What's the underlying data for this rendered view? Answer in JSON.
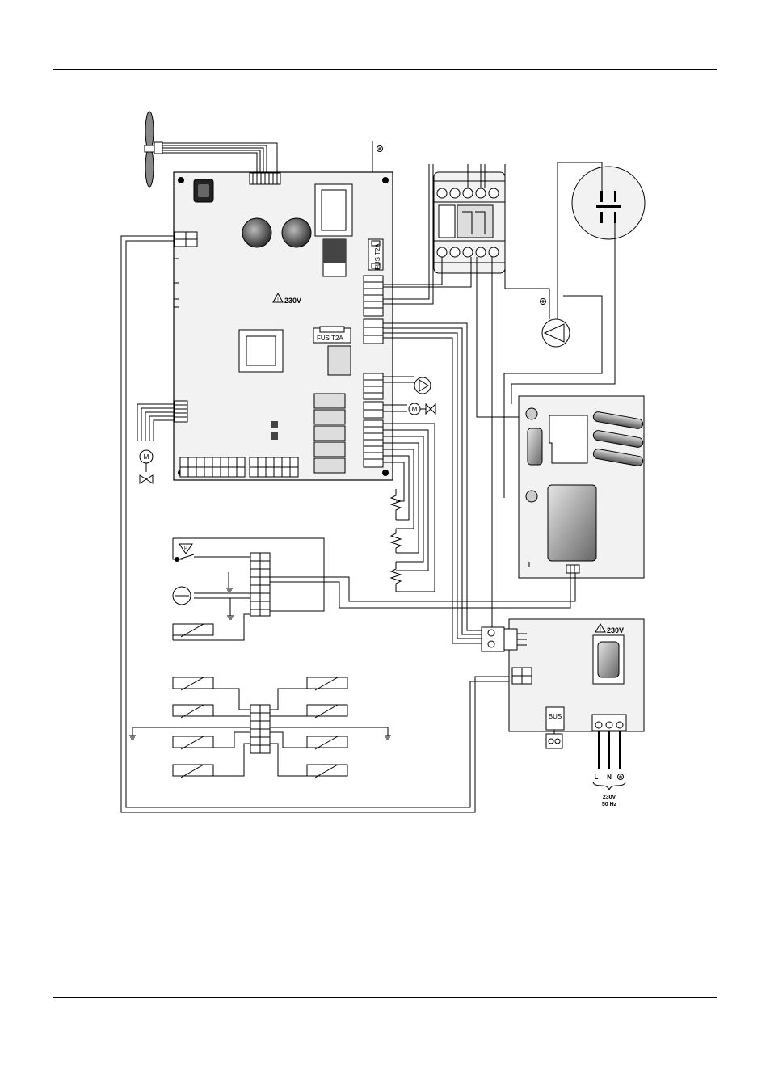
{
  "labels": {
    "voltage_main": "230V",
    "voltage_aux": "230V",
    "fuse_vertical": "FUS T2A",
    "fuse_horizontal": "FUS T2A",
    "bus": "BUS",
    "terminal_l": "L",
    "terminal_n": "N",
    "supply_voltage": "230V",
    "supply_frequency": "50 Hz",
    "motor_letter_valve": "M",
    "motor_letter_pump": "M",
    "pressure_letter": "P"
  },
  "colors": {
    "line": "#000000",
    "board_fill": "#f2f2f2",
    "component_dark": "#555555"
  }
}
